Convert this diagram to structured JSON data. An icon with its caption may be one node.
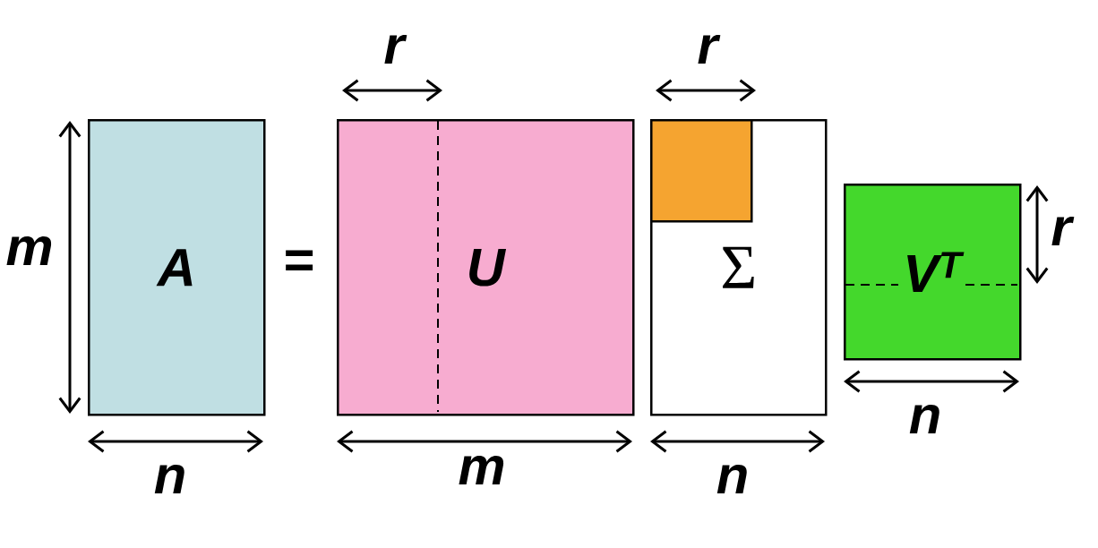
{
  "diagram": {
    "nodes": [
      {
        "text": [
          "A"
        ]
      },
      {
        "text": [
          "U"
        ]
      },
      {
        "text": [
          "Σ"
        ]
      },
      {
        "text": [],
        "shape": "box",
        "in": 2
      },
      {
        "text": [
          "V$^{T}$"
        ]
      }
    ],
    "labels": [
      "r",
      "r",
      "m",
      "=",
      "r",
      "n",
      "n",
      "m",
      "n"
    ]
  }
}
